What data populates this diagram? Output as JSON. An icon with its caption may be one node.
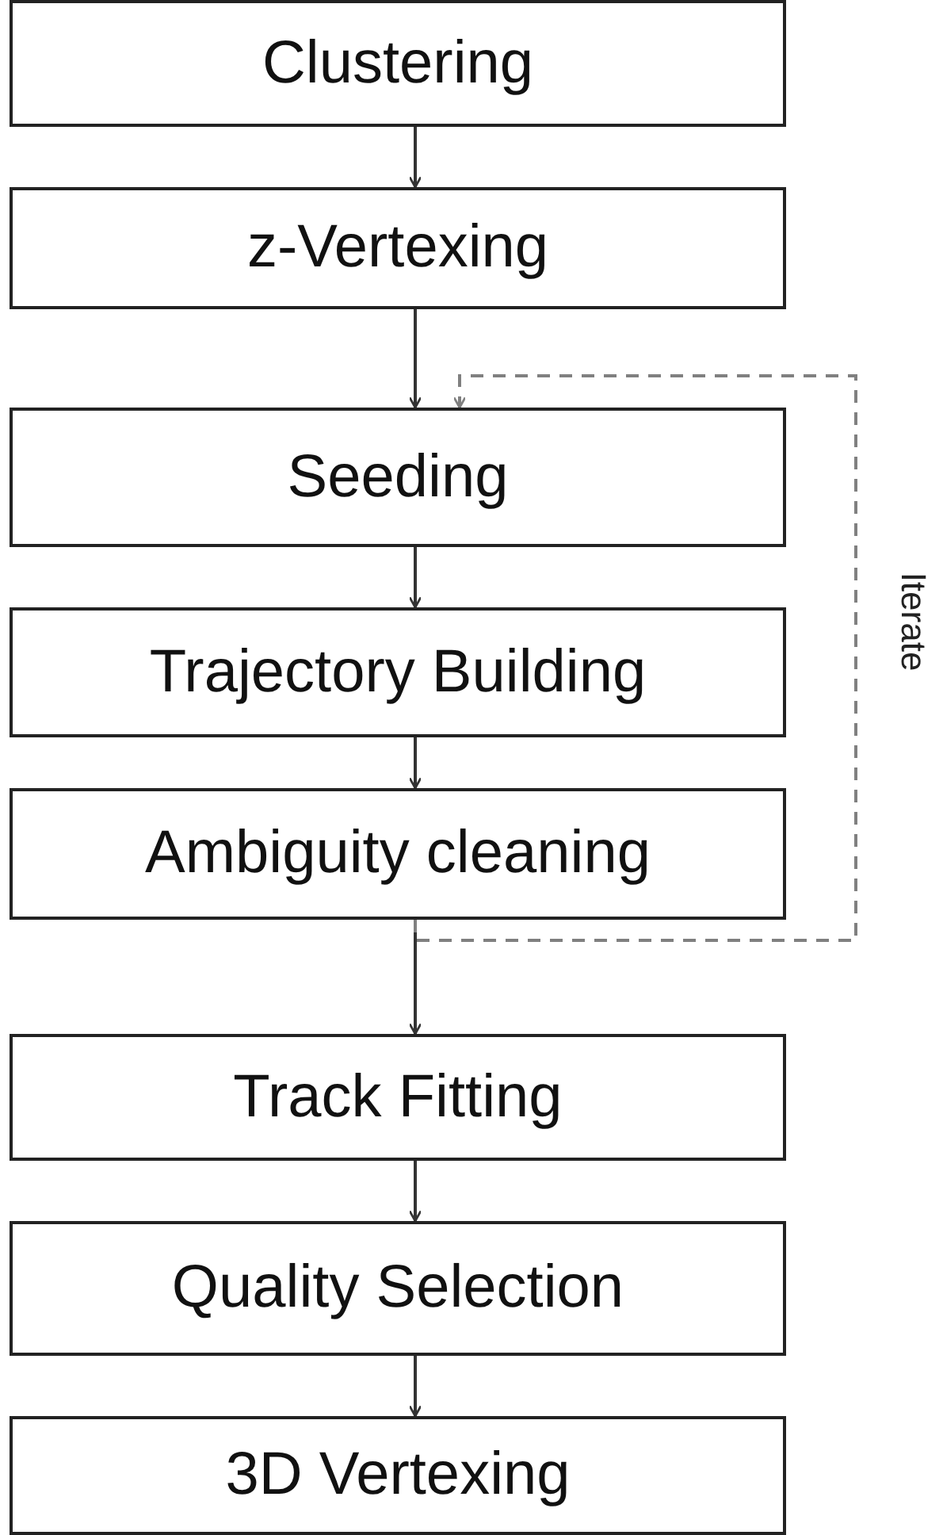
{
  "diagram": {
    "nodes": [
      {
        "text": [
          "Clustering"
        ]
      },
      {
        "text": [
          "z-Vertexing"
        ]
      },
      {
        "text": [
          "Seeding"
        ]
      },
      {
        "text": [
          "Trajectory Building"
        ]
      },
      {
        "text": [
          "Ambiguity cleaning"
        ]
      },
      {
        "text": [
          "Track Fitting"
        ]
      },
      {
        "text": [
          "Quality Selection"
        ]
      },
      {
        "text": [
          "3D Vertexing"
        ]
      }
    ],
    "edges": [
      {
        "from": 0,
        "to": 1,
        "arrow": "to"
      },
      {
        "from": 1,
        "to": 2,
        "arrow": "to"
      },
      {
        "from": 2,
        "to": 3,
        "arrow": "to"
      },
      {
        "from": 3,
        "to": 4,
        "arrow": "to"
      },
      {
        "from": 4,
        "to": 5,
        "arrow": "to"
      },
      {
        "from": 4,
        "to": 2,
        "arrow": "to",
        "label": "Iterate",
        "style": "dashed",
        "color": "#808080"
      },
      {
        "from": 5,
        "to": 6,
        "arrow": "to"
      },
      {
        "from": 6,
        "to": 7,
        "arrow": "to"
      }
    ]
  }
}
